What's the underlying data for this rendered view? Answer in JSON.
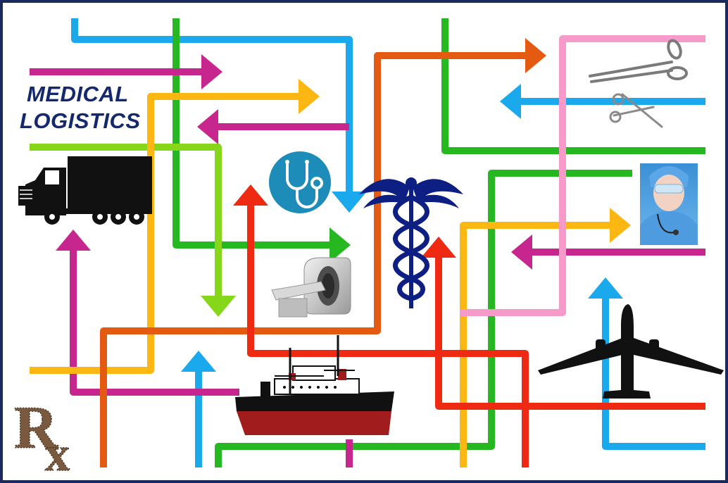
{
  "title": {
    "line1": "MEDICAL",
    "line2": "LOGISTICS"
  },
  "colors": {
    "frame": "#1b2a5c",
    "title_text": "#14286e",
    "route_blue": "#19a9ec",
    "route_green": "#25b820",
    "route_lime": "#86d61a",
    "route_magenta": "#c8268f",
    "route_orange": "#e35a10",
    "route_red": "#ee2a12",
    "route_yellow": "#fcb712",
    "route_pink": "#f59ac9",
    "caduceus": "#0d1f82",
    "stethoscope_circle": "#1d8cb8",
    "vehicle_silhouette": "#111111",
    "ship_hull": "#a11c1c",
    "rx_brown": "#7a5a3e"
  },
  "icons": [
    "truck-icon",
    "stethoscope-icon",
    "mri-scanner-icon",
    "caduceus-icon",
    "surgical-forceps-icon",
    "surgical-scissors-icon",
    "doctor-photo",
    "airplane-icon",
    "cargo-ship-icon",
    "rx-symbol"
  ]
}
